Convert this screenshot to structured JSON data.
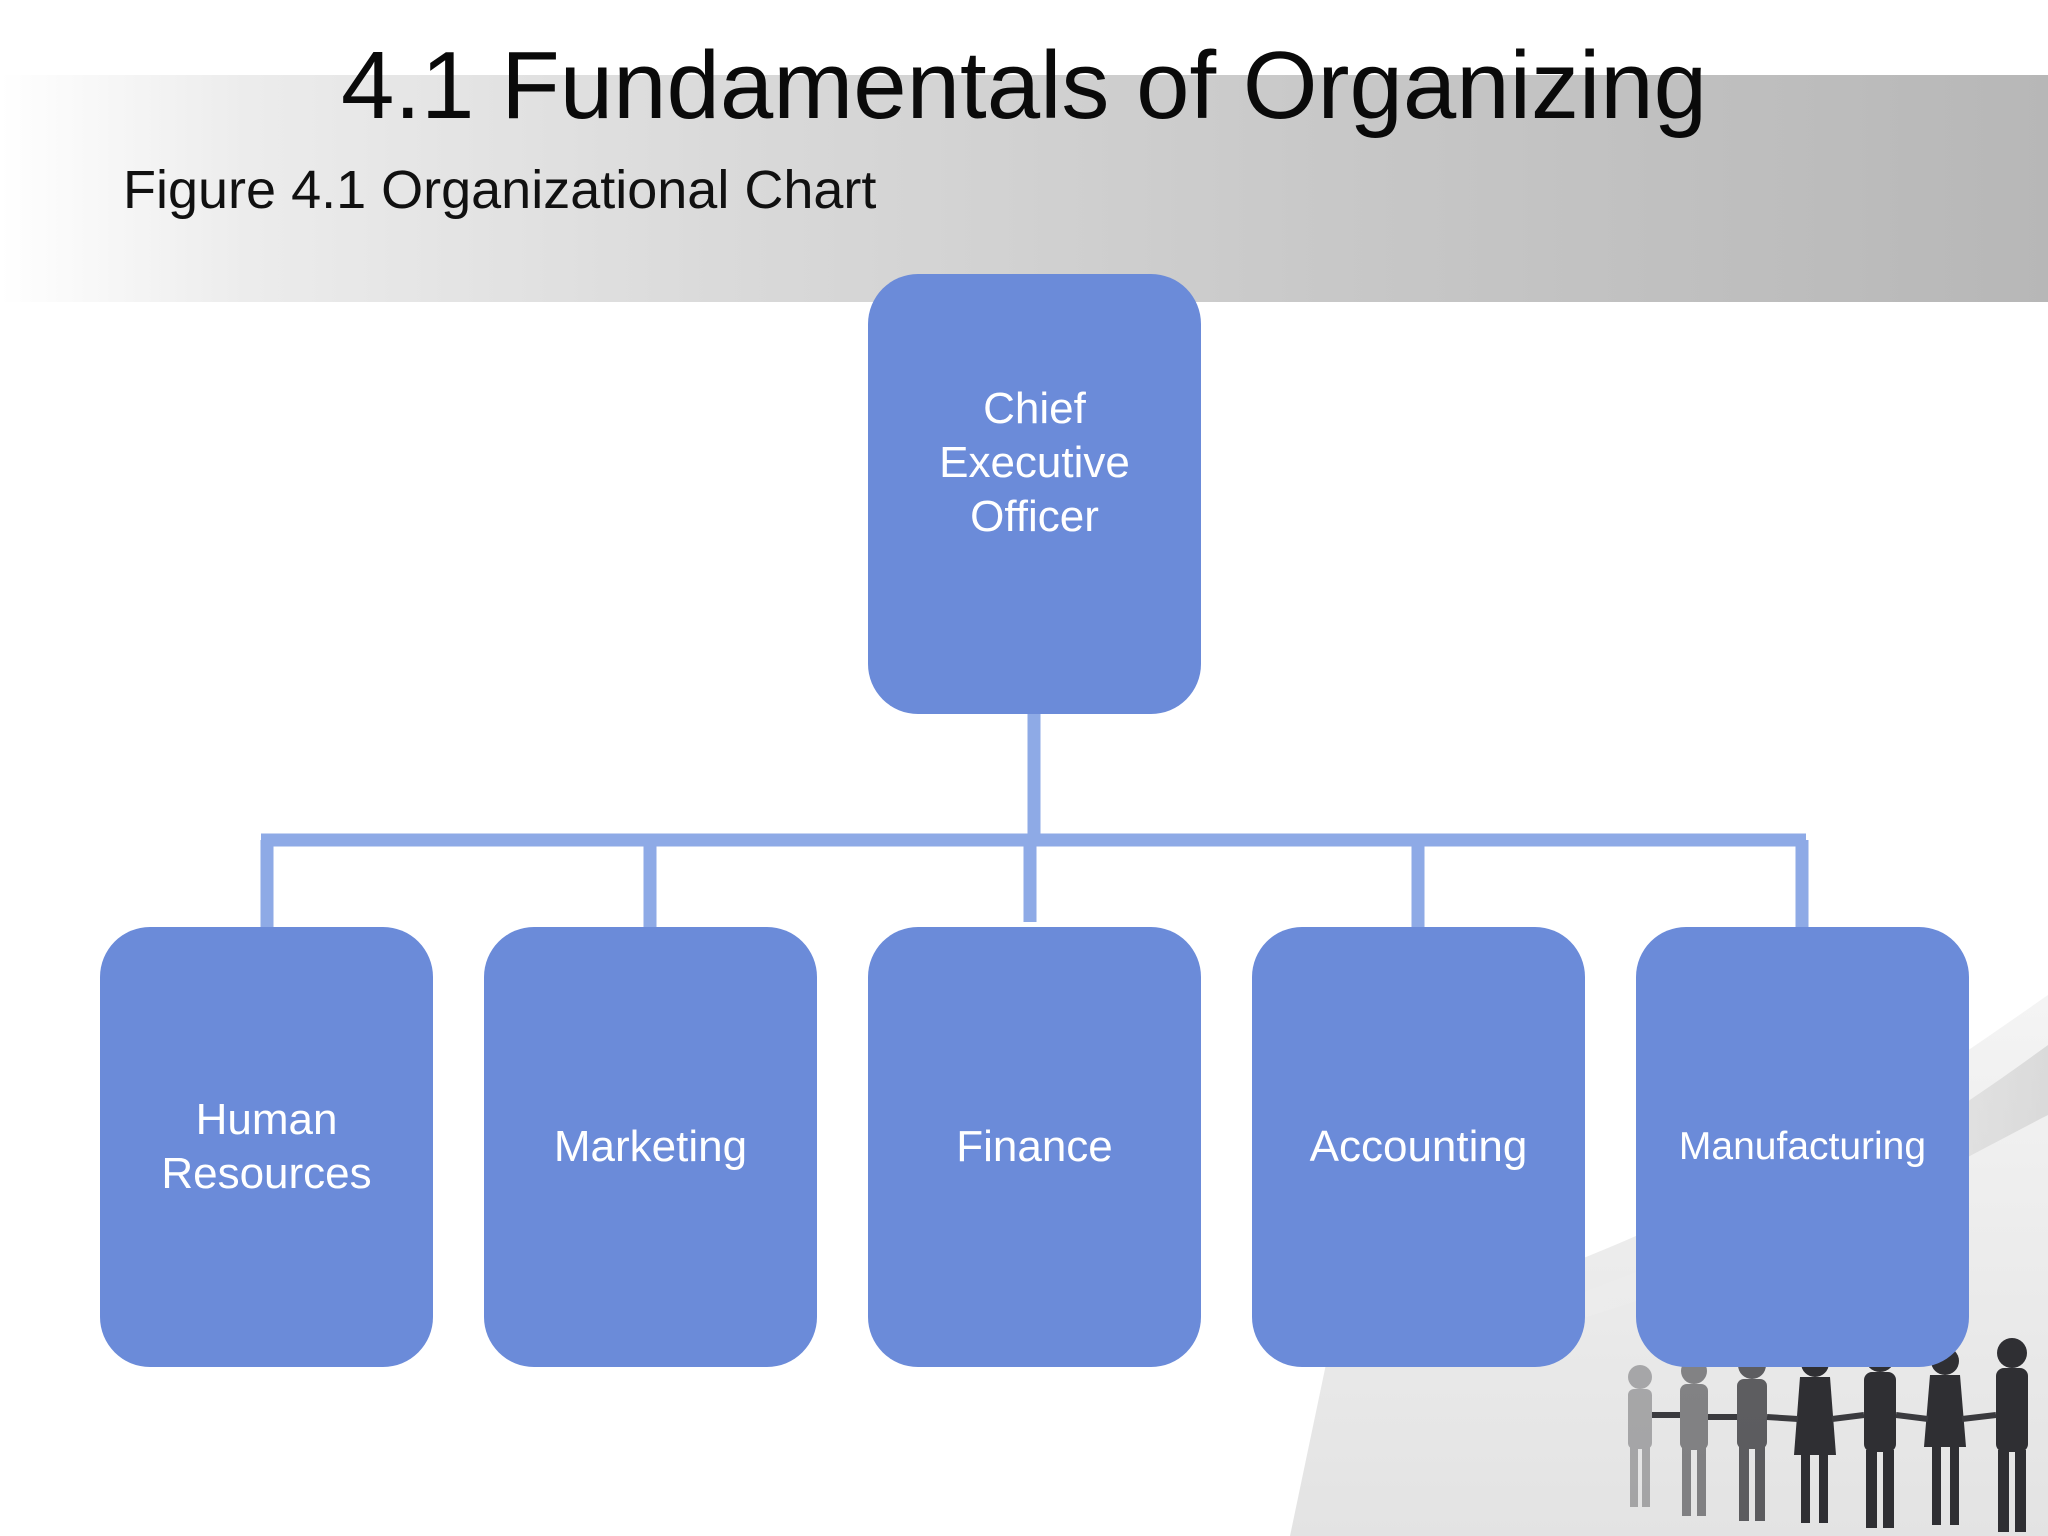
{
  "slide": {
    "title": "4.1 Fundamentals of Organizing",
    "subtitle": "Figure 4.1 Organizational Chart"
  },
  "org_chart": {
    "root": {
      "label": "Chief Executive Officer"
    },
    "children": [
      {
        "label": "Human Resources"
      },
      {
        "label": "Marketing"
      },
      {
        "label": "Finance"
      },
      {
        "label": "Accounting"
      },
      {
        "label": "Manufacturing"
      }
    ]
  },
  "colors": {
    "node_fill": "#6b8bd9",
    "connector": "#8eaae6",
    "node_text": "#ffffff",
    "header_gradient_start": "#ffffff",
    "header_gradient_end": "#b7b7b7"
  },
  "decoration": {
    "image": "business-people-holding-hands-photo"
  }
}
